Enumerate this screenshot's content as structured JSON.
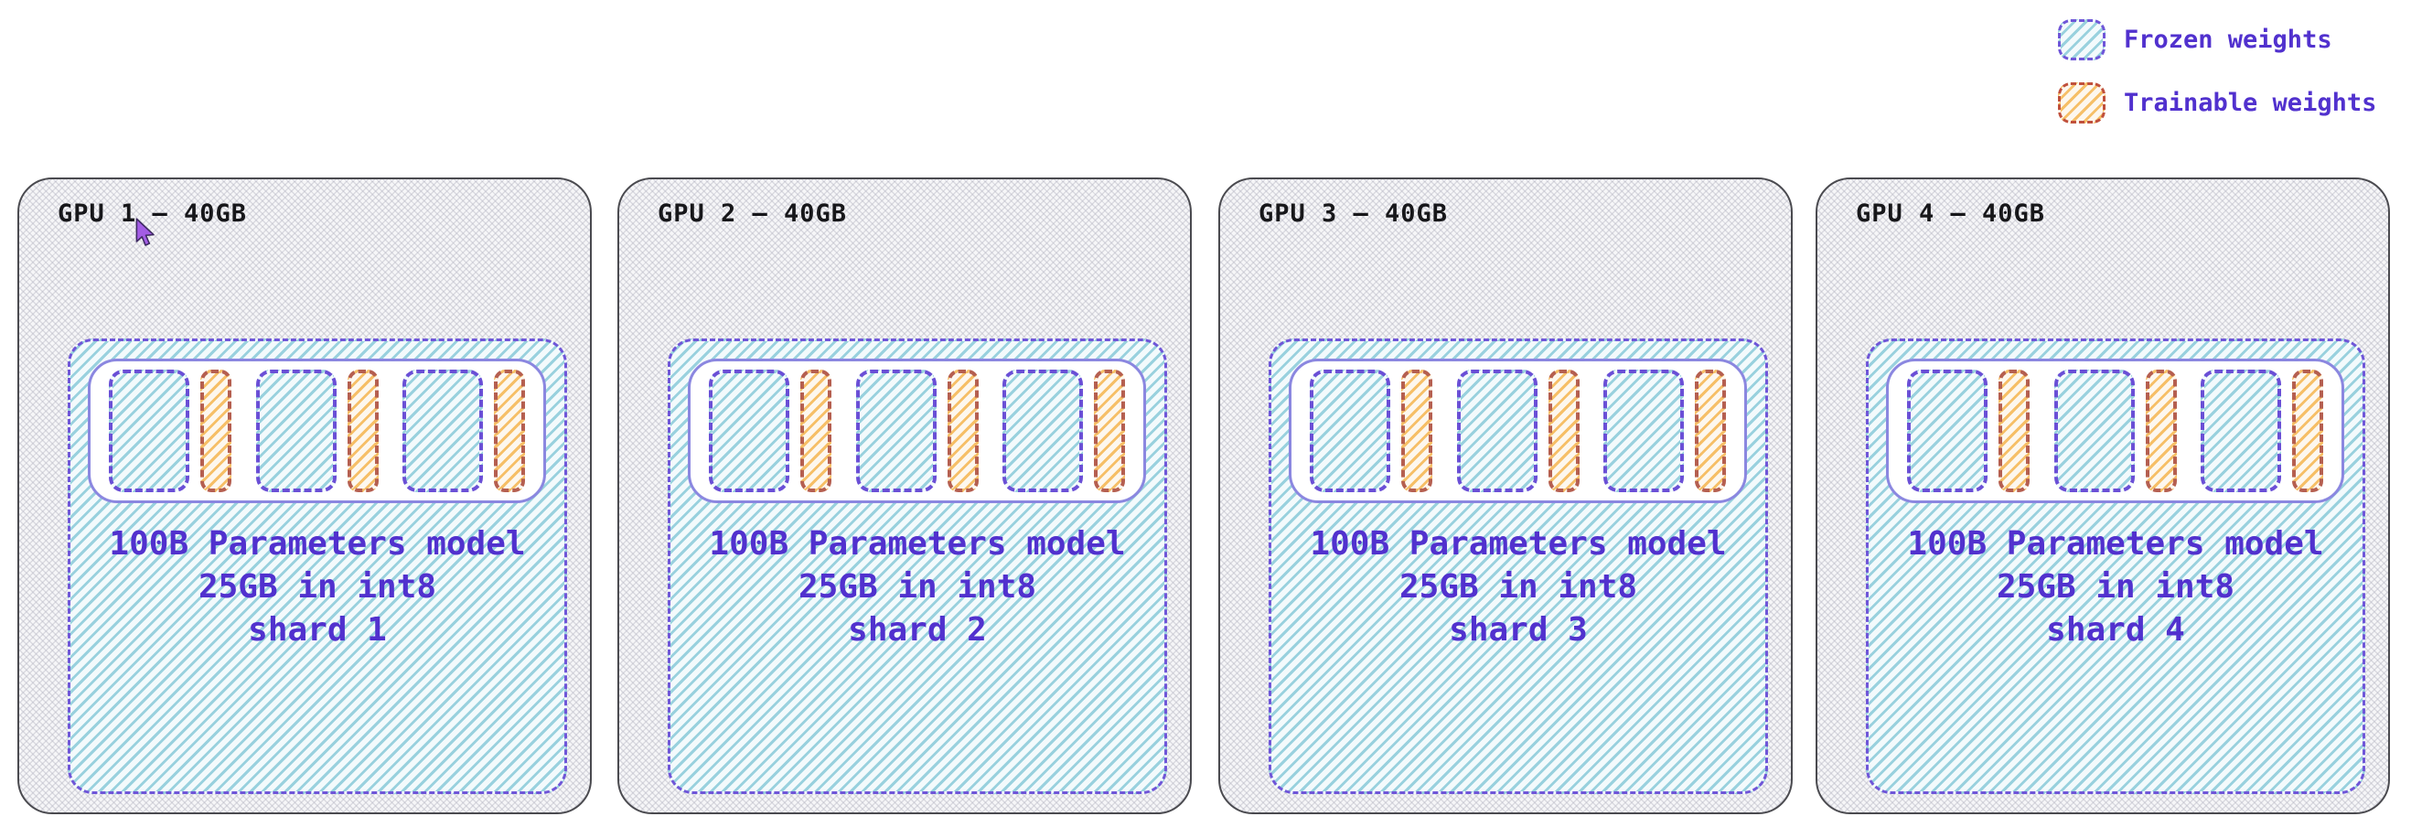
{
  "legend": {
    "items": [
      {
        "label": "Frozen weights",
        "swatch": "frozen-weights-swatch",
        "border_color": "#6f56d8",
        "hatch_color": "#99d1de"
      },
      {
        "label": "Trainable weights",
        "swatch": "trainable-weights-swatch",
        "border_color": "#c0503c",
        "hatch_color": "#f6bf67"
      }
    ]
  },
  "gpus": [
    {
      "label": "GPU 1 – 40GB",
      "model_line1": "100B Parameters model",
      "model_line2": "25GB in int8",
      "model_line3": "shard 1"
    },
    {
      "label": "GPU 2 – 40GB",
      "model_line1": "100B Parameters model",
      "model_line2": "25GB in int8",
      "model_line3": "shard 2"
    },
    {
      "label": "GPU 3 – 40GB",
      "model_line1": "100B Parameters model",
      "model_line2": "25GB in int8",
      "model_line3": "shard 3"
    },
    {
      "label": "GPU 4 – 40GB",
      "model_line1": "100B Parameters model",
      "model_line2": "25GB in int8",
      "model_line3": "shard 4"
    }
  ],
  "weights_per_gpu": {
    "frozen_blocks": 3,
    "trainable_blocks": 3
  },
  "cursor": {
    "icon": "pointer",
    "color": "#a35de5",
    "position": "over GPU 1 label"
  },
  "colors": {
    "caption_text": "#5131ce",
    "gpu_label_text": "#17171a",
    "frozen_border": "#6f56d8",
    "frozen_hatch": "#99d1de",
    "trainable_border": "#b55f50",
    "trainable_hatch": "#f6bf67",
    "card_border": "#4a4a4f",
    "pill_border": "#8b87e0"
  }
}
